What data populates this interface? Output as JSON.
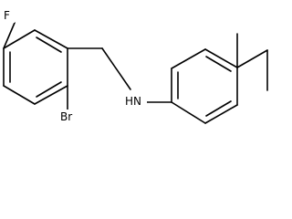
{
  "molecule": {
    "atoms": {
      "fluorine": "F",
      "bromine": "Br",
      "amine": "HN"
    },
    "colors": {
      "bond": "#000000",
      "text": "#000000",
      "background": "#ffffff"
    }
  }
}
